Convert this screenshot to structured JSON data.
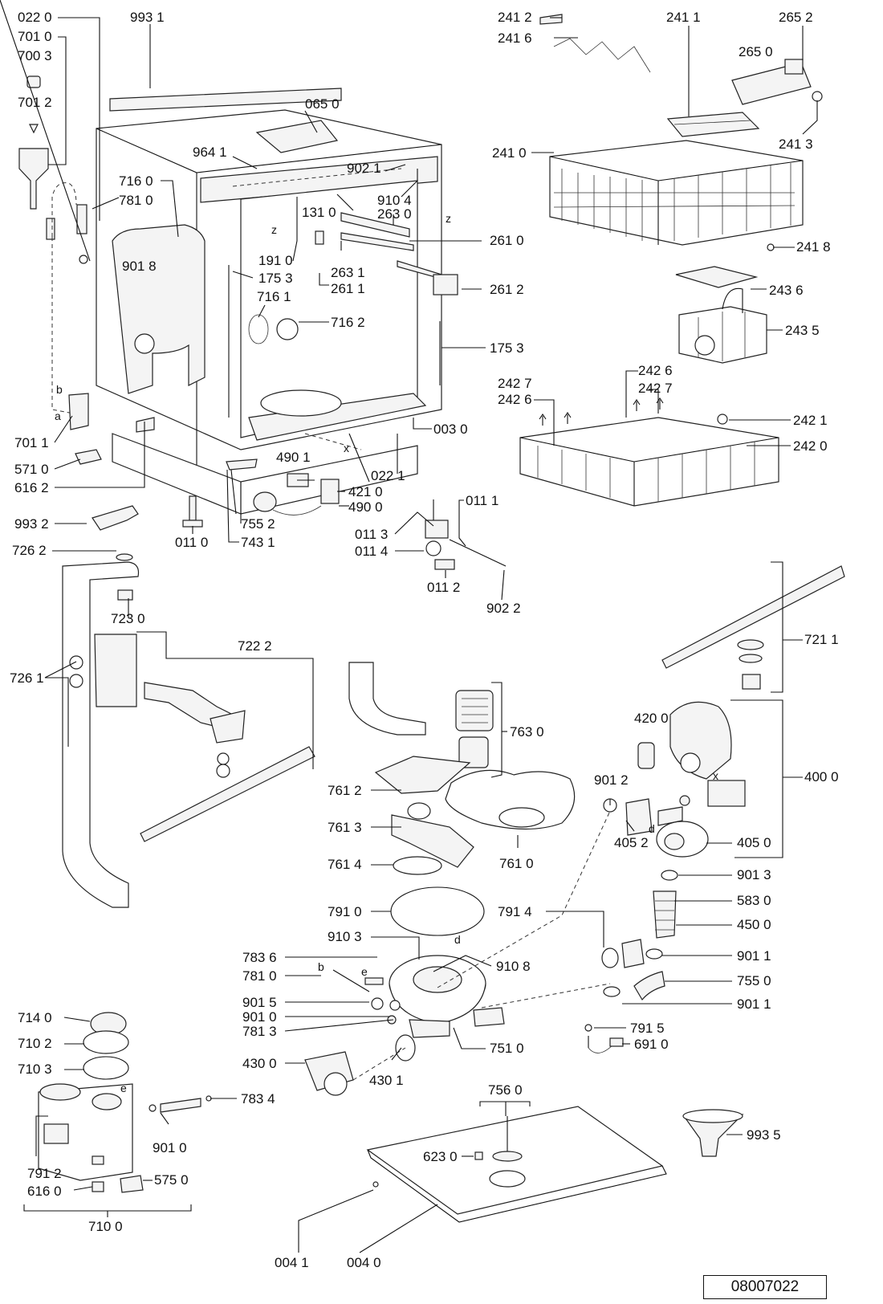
{
  "document_number": "08007022",
  "colors": {
    "ink": "#111111",
    "paper": "#ffffff"
  },
  "callouts": [
    {
      "id": "022-0",
      "text": "022 0"
    },
    {
      "id": "701-0",
      "text": "701 0"
    },
    {
      "id": "700-3",
      "text": "700 3"
    },
    {
      "id": "701-2",
      "text": "701 2"
    },
    {
      "id": "993-1",
      "text": "993 1"
    },
    {
      "id": "065-0",
      "text": "065 0"
    },
    {
      "id": "964-1",
      "text": "964 1"
    },
    {
      "id": "902-1",
      "text": "902 1"
    },
    {
      "id": "910-4",
      "text": "910 4"
    },
    {
      "id": "716-0",
      "text": "716 0"
    },
    {
      "id": "781-0",
      "text": "781 0"
    },
    {
      "id": "131-0",
      "text": "131 0"
    },
    {
      "id": "263-0",
      "text": "263 0"
    },
    {
      "id": "901-8",
      "text": "901 8"
    },
    {
      "id": "191-0",
      "text": "191 0"
    },
    {
      "id": "175-3",
      "text": "175 3"
    },
    {
      "id": "263-1",
      "text": "263 1"
    },
    {
      "id": "261-1",
      "text": "261 1"
    },
    {
      "id": "261-0",
      "text": "261 0"
    },
    {
      "id": "261-2",
      "text": "261 2"
    },
    {
      "id": "716-1",
      "text": "716 1"
    },
    {
      "id": "716-2",
      "text": "716 2"
    },
    {
      "id": "175-3b",
      "text": "175 3"
    },
    {
      "id": "241-2",
      "text": "241 2"
    },
    {
      "id": "241-6",
      "text": "241 6"
    },
    {
      "id": "241-1",
      "text": "241 1"
    },
    {
      "id": "265-2",
      "text": "265 2"
    },
    {
      "id": "265-0",
      "text": "265 0"
    },
    {
      "id": "241-3",
      "text": "241 3"
    },
    {
      "id": "241-0",
      "text": "241 0"
    },
    {
      "id": "241-8",
      "text": "241 8"
    },
    {
      "id": "243-6",
      "text": "243 6"
    },
    {
      "id": "243-5",
      "text": "243 5"
    },
    {
      "id": "242-6a",
      "text": "242 6"
    },
    {
      "id": "242-7a",
      "text": "242 7"
    },
    {
      "id": "242-7b",
      "text": "242 7"
    },
    {
      "id": "242-6b",
      "text": "242 6"
    },
    {
      "id": "242-1",
      "text": "242 1"
    },
    {
      "id": "242-0",
      "text": "242 0"
    },
    {
      "id": "003-0",
      "text": "003 0"
    },
    {
      "id": "701-1",
      "text": "701 1"
    },
    {
      "id": "571-0",
      "text": "571 0"
    },
    {
      "id": "616-2",
      "text": "616 2"
    },
    {
      "id": "490-1",
      "text": "490 1"
    },
    {
      "id": "022-1",
      "text": "022 1"
    },
    {
      "id": "421-0",
      "text": "421 0"
    },
    {
      "id": "490-0",
      "text": "490 0"
    },
    {
      "id": "993-2",
      "text": "993 2"
    },
    {
      "id": "011-0",
      "text": "011 0"
    },
    {
      "id": "755-2",
      "text": "755 2"
    },
    {
      "id": "743-1",
      "text": "743 1"
    },
    {
      "id": "011-1",
      "text": "011 1"
    },
    {
      "id": "011-3",
      "text": "011 3"
    },
    {
      "id": "011-4",
      "text": "011 4"
    },
    {
      "id": "011-2",
      "text": "011 2"
    },
    {
      "id": "902-2",
      "text": "902 2"
    },
    {
      "id": "726-2",
      "text": "726 2"
    },
    {
      "id": "723-0",
      "text": "723 0"
    },
    {
      "id": "722-2",
      "text": "722 2"
    },
    {
      "id": "726-1",
      "text": "726 1"
    },
    {
      "id": "721-1",
      "text": "721 1"
    },
    {
      "id": "763-0",
      "text": "763 0"
    },
    {
      "id": "420-0",
      "text": "420 0"
    },
    {
      "id": "400-0",
      "text": "400 0"
    },
    {
      "id": "761-2",
      "text": "761 2"
    },
    {
      "id": "901-2",
      "text": "901 2"
    },
    {
      "id": "761-3",
      "text": "761 3"
    },
    {
      "id": "405-2",
      "text": "405 2"
    },
    {
      "id": "405-0",
      "text": "405 0"
    },
    {
      "id": "761-4",
      "text": "761 4"
    },
    {
      "id": "761-0",
      "text": "761 0"
    },
    {
      "id": "901-3",
      "text": "901 3"
    },
    {
      "id": "583-0",
      "text": "583 0"
    },
    {
      "id": "791-0",
      "text": "791 0"
    },
    {
      "id": "791-4",
      "text": "791 4"
    },
    {
      "id": "450-0",
      "text": "450 0"
    },
    {
      "id": "910-3",
      "text": "910 3"
    },
    {
      "id": "901-1a",
      "text": "901 1"
    },
    {
      "id": "783-6",
      "text": "783 6"
    },
    {
      "id": "910-8",
      "text": "910 8"
    },
    {
      "id": "781-0b",
      "text": "781 0"
    },
    {
      "id": "755-0",
      "text": "755 0"
    },
    {
      "id": "901-5",
      "text": "901 5"
    },
    {
      "id": "901-1b",
      "text": "901 1"
    },
    {
      "id": "901-0",
      "text": "901 0"
    },
    {
      "id": "781-3",
      "text": "781 3"
    },
    {
      "id": "751-0",
      "text": "751 0"
    },
    {
      "id": "714-0",
      "text": "714 0"
    },
    {
      "id": "791-5",
      "text": "791 5"
    },
    {
      "id": "691-0",
      "text": "691 0"
    },
    {
      "id": "710-2",
      "text": "710 2"
    },
    {
      "id": "430-0",
      "text": "430 0"
    },
    {
      "id": "430-1",
      "text": "430 1"
    },
    {
      "id": "710-3",
      "text": "710 3"
    },
    {
      "id": "756-0",
      "text": "756 0"
    },
    {
      "id": "783-4",
      "text": "783 4"
    },
    {
      "id": "993-5",
      "text": "993 5"
    },
    {
      "id": "623-0",
      "text": "623 0"
    },
    {
      "id": "901-0b",
      "text": "901 0"
    },
    {
      "id": "791-2",
      "text": "791 2"
    },
    {
      "id": "575-0",
      "text": "575 0"
    },
    {
      "id": "616-0",
      "text": "616 0"
    },
    {
      "id": "710-0",
      "text": "710 0"
    },
    {
      "id": "004-1",
      "text": "004 1"
    },
    {
      "id": "004-0",
      "text": "004 0"
    }
  ],
  "letter_marks": [
    {
      "id": "z1",
      "text": "z"
    },
    {
      "id": "z2",
      "text": "z"
    },
    {
      "id": "b1",
      "text": "b"
    },
    {
      "id": "a1",
      "text": "a"
    },
    {
      "id": "x1",
      "text": "x"
    },
    {
      "id": "x2",
      "text": "x"
    },
    {
      "id": "d1",
      "text": "d"
    },
    {
      "id": "d2",
      "text": "d"
    },
    {
      "id": "b2",
      "text": "b"
    },
    {
      "id": "e1",
      "text": "e"
    },
    {
      "id": "e2",
      "text": "e"
    }
  ]
}
